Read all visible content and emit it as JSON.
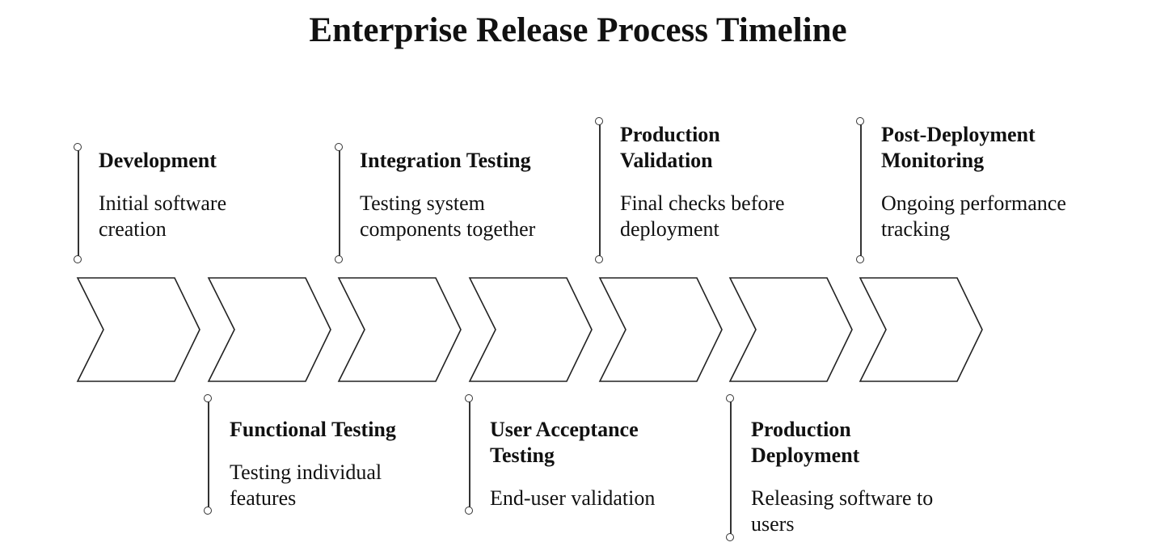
{
  "title": "Enterprise Release Process Timeline",
  "stages": [
    {
      "name": "Development",
      "description": "Initial software creation"
    },
    {
      "name": "Functional Testing",
      "description": "Testing individual features"
    },
    {
      "name": "Integration Testing",
      "description": "Testing system components together"
    },
    {
      "name": "User Acceptance Testing",
      "description": "End-user validation"
    },
    {
      "name": "Production Validation",
      "description": "Final checks before deployment"
    },
    {
      "name": "Production Deployment",
      "description": "Releasing software to users"
    },
    {
      "name": "Post-Deployment Monitoring",
      "description": "Ongoing performance tracking"
    }
  ]
}
